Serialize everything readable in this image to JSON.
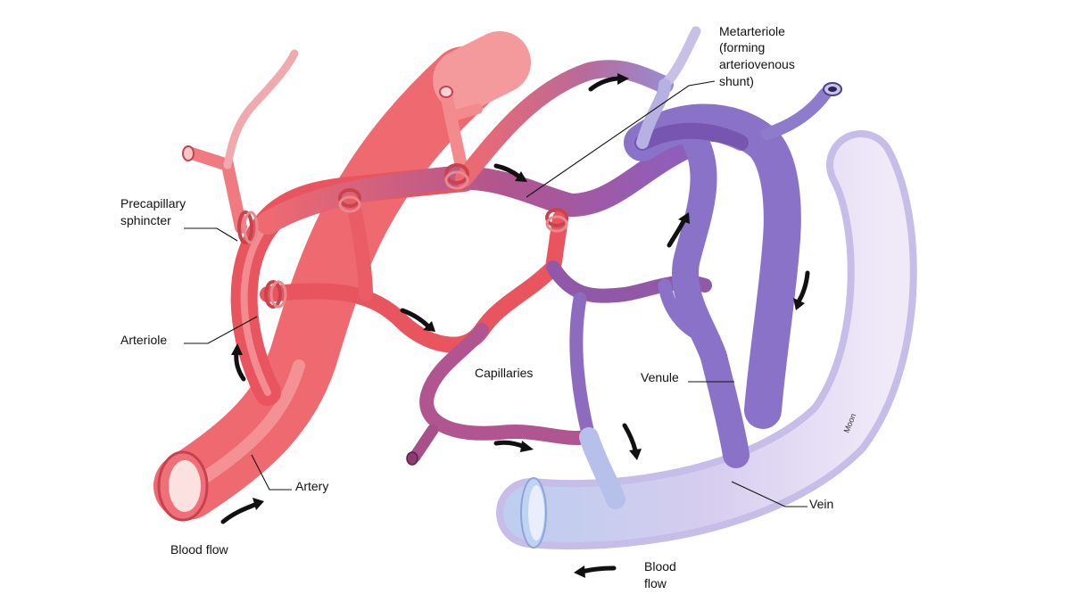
{
  "labels": {
    "metarteriole": [
      "Metarteriole",
      "(forming",
      "arteriovenous",
      "shunt)"
    ],
    "precapillary": [
      "Precapillary",
      "sphincter"
    ],
    "arteriole": "Arteriole",
    "capillaries": "Capillaries",
    "venule": "Venule",
    "artery": "Artery",
    "vein": "Vein",
    "blood_flow_left": "Blood flow",
    "blood_flow_right": [
      "Blood",
      "flow"
    ],
    "signature": "Moon"
  },
  "colors": {
    "artery": "#ee6a70",
    "artery_dark": "#d9434e",
    "artery_light": "#f8aeb0",
    "mixed": "#a0508c",
    "vein": "#8a72c8",
    "vein_light": "#c6bde8",
    "vein_pale": "#dcd6f2",
    "arrow": "#111111"
  }
}
